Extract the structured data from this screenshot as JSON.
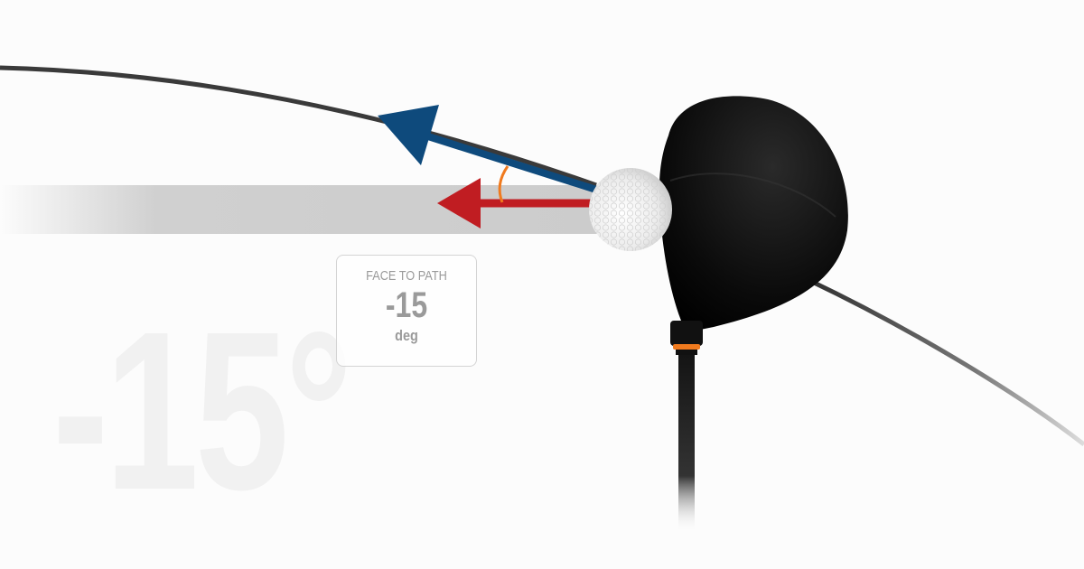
{
  "watermark_value": "-15°",
  "metric_card": {
    "label": "FACE TO PATH",
    "value": "-15",
    "unit": "deg"
  },
  "colors": {
    "face_arrow": "#c01d22",
    "path_arrow": "#0e4a7c",
    "angle_arc": "#f07a1e",
    "club_ring": "#f07a1e"
  }
}
